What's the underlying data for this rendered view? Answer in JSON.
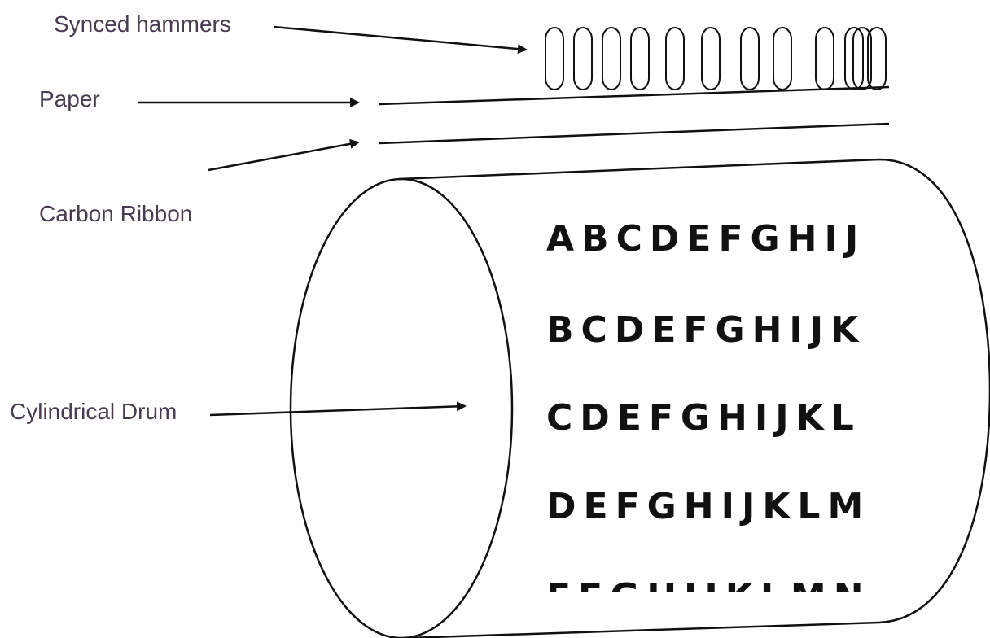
{
  "labels": {
    "hammers": "Synced hammers",
    "paper": "Paper",
    "ribbon": "Carbon Ribbon",
    "drum": "Cylindrical Drum"
  },
  "drum_rows": [
    "ABCDEFGHIJ",
    "BCDEFGHIJK",
    "CDEFGHIJKL",
    "DEFGHIJKLM",
    "EFGHIJKLMN"
  ],
  "hammer_count": 12,
  "colors": {
    "label_text": "#4a3b52",
    "line": "#111111",
    "background": "#ffffff"
  }
}
